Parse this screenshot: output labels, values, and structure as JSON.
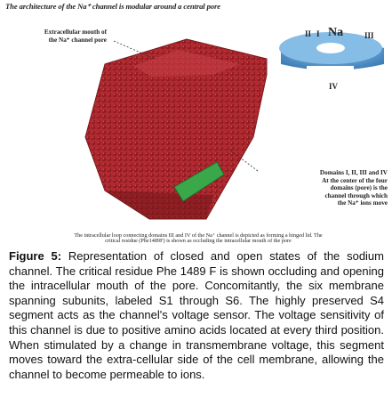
{
  "figure": {
    "header": "The architecture of the Na⁺ channel is modular around a central pore",
    "na_label": "Na",
    "roman": {
      "i": "I",
      "ii": "II",
      "iii": "III",
      "iv": "IV"
    },
    "extracellular": [
      "Extracellular mouth of",
      "the Na⁺ channel pore"
    ],
    "domains_note": [
      "Domains I, II, III and IV",
      "At the center of the four",
      "domains (pore) is the",
      "channel through which",
      "the Na⁺ ions move"
    ],
    "intracellular": [
      "The intracellular loop connecting domains III and IV of the Na⁺ channel is depicted as forming a hinged lid. The",
      "critical residue (Phe1489F) is shown as occluding the intracellular mouth of the pore"
    ]
  },
  "caption": {
    "label": "Figure 5:",
    "text": "Representation of closed and open states of the sodium channel. The critical residue Phe 1489 F is shown occluding and opening the intracellular mouth of the pore. Concomitantly, the six membrane spanning subunits, labeled S1 through S6. The highly preserved S4 segment acts as the channel's voltage sensor. The voltage sensitivity of this channel is due to positive amino acids located at every third position. When stimulated by a change in transmembrane voltage, this segment moves toward the extra-cellular side of the cell membrane, allowing the channel to become permeable to ions."
  },
  "colors": {
    "protein": "#a8222a",
    "pore_blue": "#5a9fd4",
    "lid_green": "#3aa84a"
  }
}
